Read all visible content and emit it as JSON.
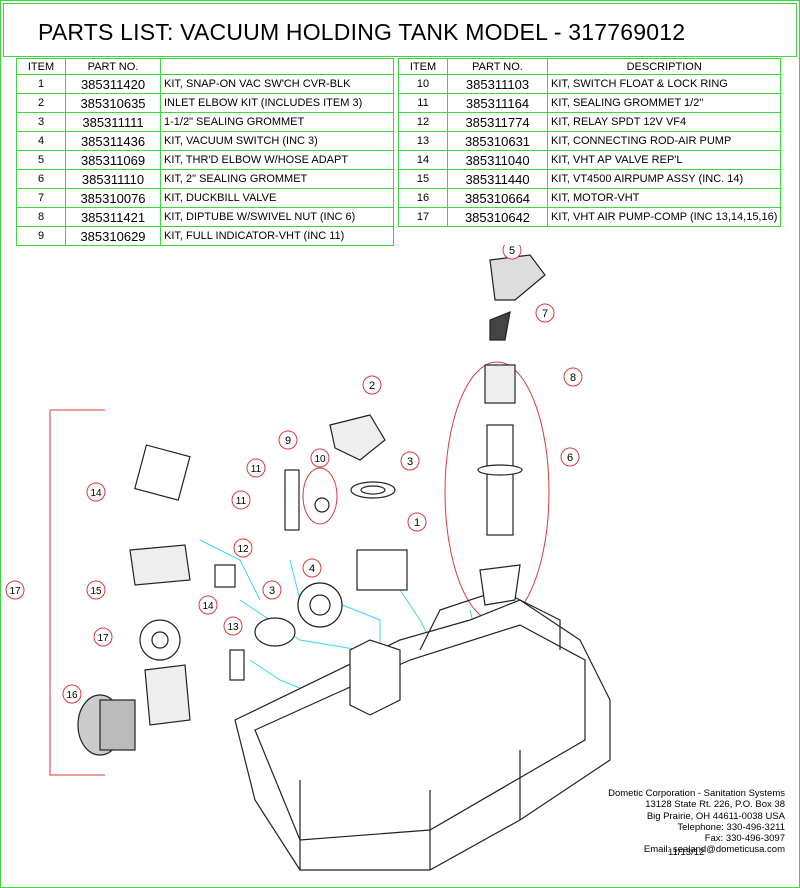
{
  "title": "PARTS LIST:  VACUUM HOLDING TANK MODEL - 317769012",
  "table_headers": {
    "item": "ITEM",
    "part_no": "PART NO.",
    "description": "DESCRIPTION"
  },
  "parts_left": [
    {
      "item": "1",
      "part_no": "385311420",
      "description": "KIT, SNAP-ON VAC SW'CH CVR-BLK"
    },
    {
      "item": "2",
      "part_no": "385310635",
      "description": "INLET ELBOW KIT (INCLUDES ITEM 3)"
    },
    {
      "item": "3",
      "part_no": "385311111",
      "description": "1-1/2\" SEALING GROMMET"
    },
    {
      "item": "4",
      "part_no": "385311436",
      "description": "KIT, VACUUM SWITCH  (INC  3)"
    },
    {
      "item": "5",
      "part_no": "385311069",
      "description": "KIT, THR'D ELBOW W/HOSE ADAPT"
    },
    {
      "item": "6",
      "part_no": "385311110",
      "description": "KIT, 2\" SEALING GROMMET"
    },
    {
      "item": "7",
      "part_no": "385310076",
      "description": "KIT, DUCKBILL VALVE"
    },
    {
      "item": "8",
      "part_no": "385311421",
      "description": "KIT, DIPTUBE W/SWIVEL NUT (INC 6)"
    },
    {
      "item": "9",
      "part_no": "385310629",
      "description": "KIT, FULL INDICATOR-VHT (INC 11)"
    }
  ],
  "parts_right": [
    {
      "item": "10",
      "part_no": "385311103",
      "description": "KIT, SWITCH FLOAT & LOCK RING"
    },
    {
      "item": "11",
      "part_no": "385311164",
      "description": "KIT, SEALING GROMMET 1/2\""
    },
    {
      "item": "12",
      "part_no": "385311774",
      "description": "KIT, RELAY SPDT 12V VF4"
    },
    {
      "item": "13",
      "part_no": "385310631",
      "description": "KIT, CONNECTING ROD-AIR PUMP"
    },
    {
      "item": "14",
      "part_no": "385311040",
      "description": "KIT, VHT AP VALVE REP'L"
    },
    {
      "item": "15",
      "part_no": "385311440",
      "description": "KIT, VT4500 AIRPUMP ASSY (INC. 14)"
    },
    {
      "item": "16",
      "part_no": "385310664",
      "description": "KIT, MOTOR-VHT"
    },
    {
      "item": "17",
      "part_no": "385310642",
      "description": "KIT, VHT AIR PUMP-COMP (INC 13,14,15,16)"
    }
  ],
  "callouts": {
    "c1": "1",
    "c2": "2",
    "c3a": "3",
    "c3b": "3",
    "c4": "4",
    "c5": "5",
    "c6": "6",
    "c7": "7",
    "c8": "8",
    "c9": "9",
    "c10": "10",
    "c11a": "11",
    "c11b": "11",
    "c12": "12",
    "c13": "13",
    "c14a": "14",
    "c14b": "14",
    "c15": "15",
    "c16": "16",
    "c17a": "17",
    "c17b": "17"
  },
  "footer": {
    "company": "Dometic Corporation - Sanitation Systems",
    "address1": "13128 State Rt. 226, P.O. Box 38",
    "address2": "Big Prairie, OH 44611-0038 USA",
    "telephone": "Telephone: 330-496-3211",
    "fax": "Fax: 330-496-3097",
    "email": "Email: sealand@dometicusa.com",
    "date": "11/13/12"
  },
  "colors": {
    "table_border": "#3ad83a",
    "callout": "#d83a3a",
    "leader": "#3ad8e0"
  }
}
